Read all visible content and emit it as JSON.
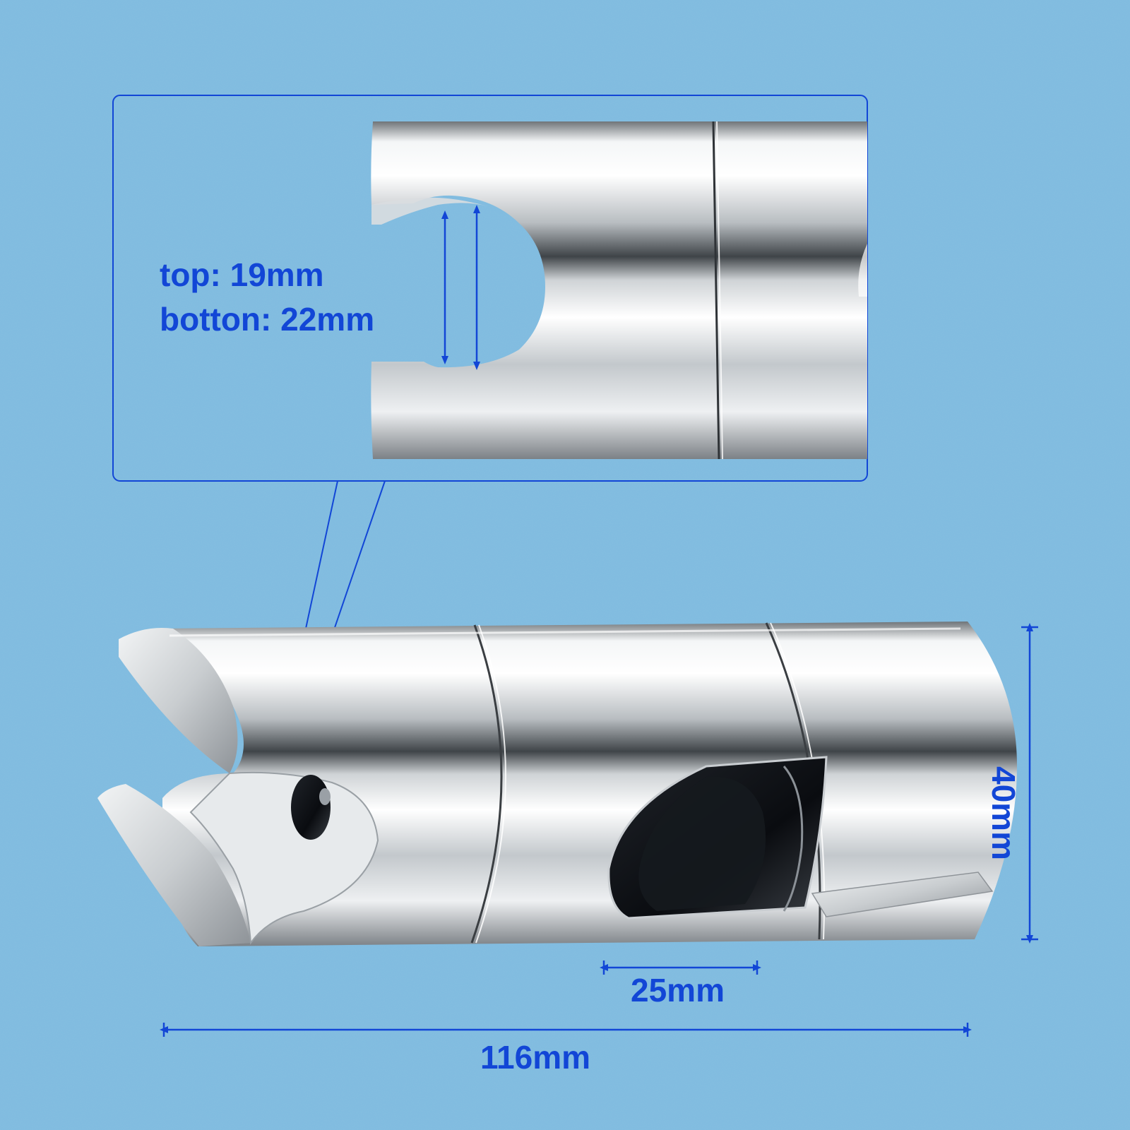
{
  "background_color": "#7ebbe0",
  "accent_color": "#1246d6",
  "annotations": {
    "callout_top": "top: 19mm",
    "callout_bottom": "botton: 22mm",
    "clip_width": "25mm",
    "total_length": "116mm",
    "diameter": "40mm"
  },
  "illustration": {
    "subject": "chrome shower rail slider bracket",
    "material": "polished chrome"
  }
}
